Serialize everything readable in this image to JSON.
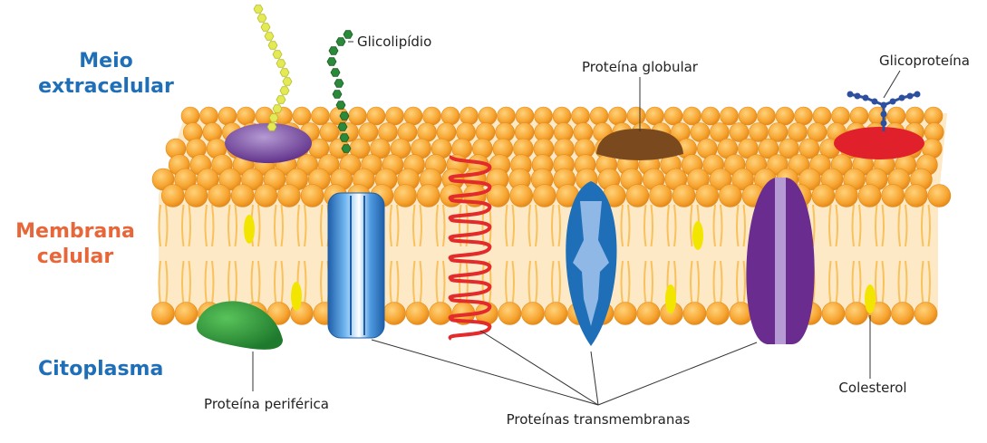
{
  "regions": {
    "extracellular": {
      "line1": "Meio",
      "line2": "extracelular",
      "color": "#1f6fb8"
    },
    "membrane": {
      "line1": "Membrana",
      "line2": "celular",
      "color": "#e8673a"
    },
    "cytoplasm": {
      "line1": "Citoplasma",
      "color": "#1f6fb8"
    }
  },
  "labels": {
    "glycolipid": "Glicolipídio",
    "globular_protein": "Proteína globular",
    "glycoprotein": "Glicoproteína",
    "peripheral_protein": "Proteína periférica",
    "transmembrane_proteins": "Proteínas transmembranas",
    "cholesterol": "Colesterol"
  },
  "colors": {
    "phospholipid_head": "#f7a531",
    "phospholipid_tail": "#f9c15b",
    "membrane_core": "#fde9c6",
    "cholesterol": "#f2e600",
    "peripheral_protein": "#2f9a3a",
    "globular_protein": "#7a4a1e",
    "glycoprotein": "#e0202a",
    "glycoprotein_chain": "#2d4fa0",
    "glycolipid_chain": "#2a8a3a",
    "yellow_chain": "#e3ea55",
    "purple_protein": "#6a2d8f",
    "blue_channel": "#3a8fd6",
    "red_helix": "#e32b2b",
    "blue_protein": "#1f6fb8"
  }
}
